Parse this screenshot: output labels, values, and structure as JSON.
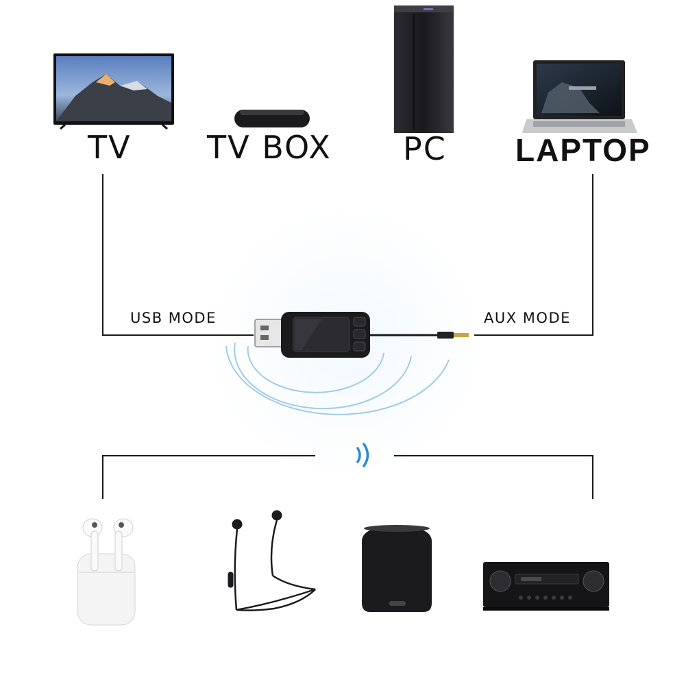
{
  "sources": {
    "tv": "TV",
    "tv_box": "TV BOX",
    "pc": "PC",
    "laptop": "LAPTOP"
  },
  "modes": {
    "usb": "USB MODE",
    "aux": "AUX MODE"
  },
  "colors": {
    "line": "#1a1a1a",
    "wave": "#9fcbe8",
    "bluetooth_icon": "#2a8ad8",
    "device_dark": "#1b1b1d",
    "screen_sky": "#6f8fc6"
  },
  "outputs": [
    "earbuds-icon",
    "neckband-earphones-icon",
    "speaker-icon",
    "av-receiver-icon"
  ]
}
